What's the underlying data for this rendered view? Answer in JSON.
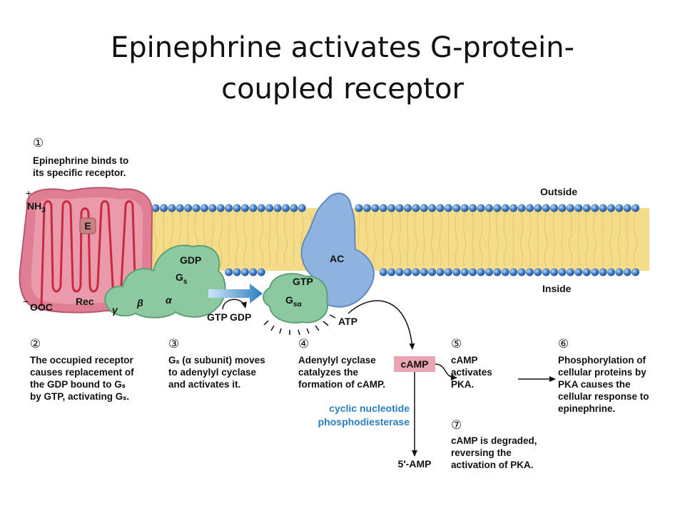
{
  "title": {
    "line1": "Epinephrine activates G-protein-",
    "line2": "coupled receptor"
  },
  "labels": {
    "outside": "Outside",
    "inside": "Inside",
    "nh3": "NH",
    "nh3_sub": "3",
    "plus": "+",
    "ooc": "OOC",
    "minus": "−",
    "e": "E",
    "rec": "Rec",
    "gdp": "GDP",
    "gs": "G",
    "gs_sub": "s",
    "alpha": "α",
    "beta": "β",
    "gamma": "γ",
    "gtp": "GTP",
    "gsa": "G",
    "gsa_sub": "sα",
    "ac": "AC",
    "atp": "ATP",
    "camp": "cAMP",
    "gtp_in": "GTP",
    "gdp_out": "GDP",
    "amp5": "5′-AMP",
    "pde_line1": "cyclic nucleotide",
    "pde_line2": "phosphodiesterase"
  },
  "steps": [
    {
      "num": "①",
      "lines": [
        "Epinephrine binds to",
        "its specific receptor."
      ]
    },
    {
      "num": "②",
      "lines": [
        "The occupied receptor",
        "causes replacement of",
        "the GDP bound to Gₛ",
        "by GTP, activating Gₛ."
      ]
    },
    {
      "num": "③",
      "lines": [
        "Gₛ (α subunit) moves",
        "to adenylyl cyclase",
        "and activates it."
      ]
    },
    {
      "num": "④",
      "lines": [
        "Adenylyl cyclase",
        "catalyzes the",
        "formation of cAMP."
      ]
    },
    {
      "num": "⑤",
      "lines": [
        "cAMP",
        "activates",
        "PKA."
      ]
    },
    {
      "num": "⑥",
      "lines": [
        "Phosphorylation of",
        "cellular proteins by",
        "PKA causes the",
        "cellular response to",
        "epinephrine."
      ]
    },
    {
      "num": "⑦",
      "lines": [
        "cAMP is degraded,",
        "reversing the",
        "activation of PKA."
      ]
    }
  ],
  "colors": {
    "membrane_head": "#3a78c0",
    "membrane_core": "#f5dc8a",
    "receptor": "#e07e93",
    "g_protein": "#8cc9a0",
    "adenylyl_cyclase": "#8fb3e0",
    "camp_box": "#e9a6b0",
    "arrow_blue": "#2a7fc1"
  }
}
